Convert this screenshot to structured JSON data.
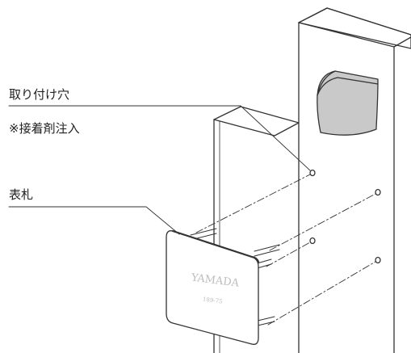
{
  "callouts": {
    "mounting_holes": "取り付け穴",
    "adhesive_note": "※接着剤注入",
    "nameplate": "表札"
  },
  "nameplate": {
    "name": "YAMADA",
    "address": "189-75"
  },
  "colors": {
    "line": "#333333",
    "lamp_fill": "#c9c9c9",
    "plate_text": "#bdbdbd",
    "background": "#ffffff"
  }
}
